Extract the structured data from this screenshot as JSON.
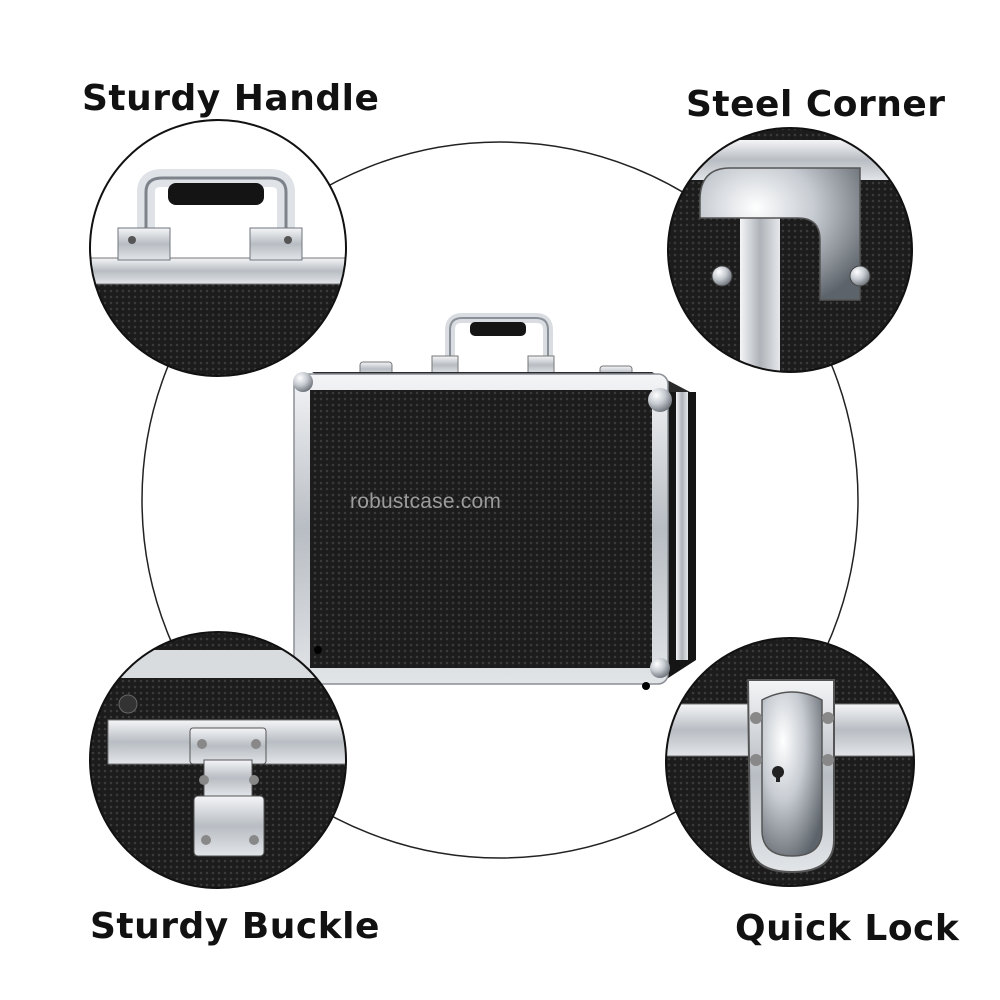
{
  "features": {
    "handle": "Sturdy Handle",
    "corner": "Steel Corner",
    "buckle": "Sturdy Buckle",
    "lock": "Quick Lock"
  },
  "watermark": "robustcase.com",
  "colors": {
    "case_body": "#1e1e1e",
    "aluminum_frame": "#c9cdd2",
    "chrome": "#e6e9ec",
    "outline_circle": "#222222"
  }
}
